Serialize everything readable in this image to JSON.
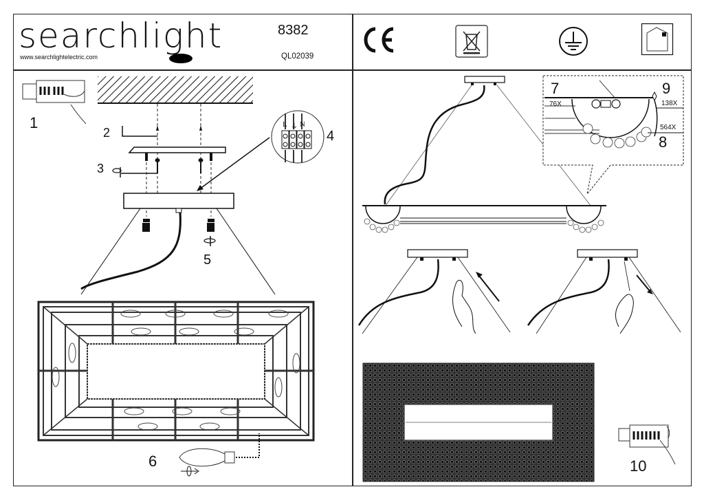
{
  "header": {
    "brand": "searchlight",
    "website": "www.searchlightelectric.com",
    "model_number": "8382",
    "product_code": "QL02039",
    "certification_icons": [
      "ce-mark-icon",
      "weee-crossed-bin-icon",
      "earth-ground-icon",
      "indoor-use-house-icon"
    ],
    "ce_label": "CE"
  },
  "steps": [
    {
      "number": "1",
      "description": "switch-off-fusebox"
    },
    {
      "number": "2",
      "description": "drill-ceiling-insert-plugs"
    },
    {
      "number": "3",
      "description": "screw-bracket-to-ceiling"
    },
    {
      "number": "4",
      "description": "connect-terminal-block"
    },
    {
      "number": "5",
      "description": "fix-canopy-with-nuts"
    },
    {
      "number": "6",
      "description": "insert-bulbs"
    },
    {
      "number": "7",
      "description": "hang-crystal-strings"
    },
    {
      "number": "8",
      "description": "attach-crystal-balls"
    },
    {
      "number": "9",
      "description": "attach-drops"
    },
    {
      "number": "10",
      "description": "switch-on-fusebox"
    }
  ],
  "terminal_block": {
    "labels": [
      "L",
      "⏚",
      "N"
    ]
  },
  "parts": {
    "string_76": "76X",
    "drop_138": "138X",
    "ball_564": "564X"
  }
}
